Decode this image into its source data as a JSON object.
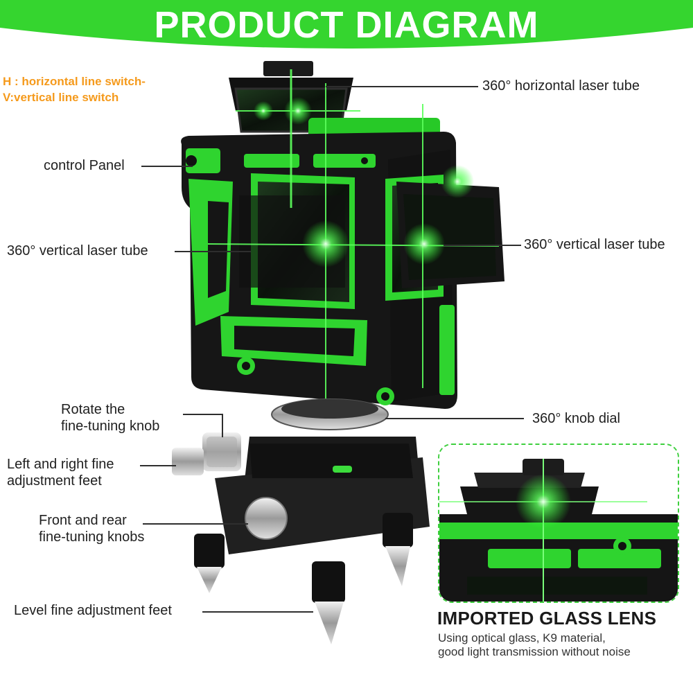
{
  "header": {
    "title": "PRODUCT DIAGRAM",
    "color": "#35d52f"
  },
  "switch_note": {
    "line1": "H : horizontal line switch-",
    "line2": "V:vertical line switch",
    "color": "#f59a1c"
  },
  "labels": {
    "horizontal_tube": "360° horizontal laser tube",
    "control_panel": "control Panel",
    "vertical_tube_left": "360° vertical laser tube",
    "vertical_tube_right": "360° vertical laser tube",
    "rotate_knob_1": "Rotate the",
    "rotate_knob_2": "fine-tuning knob",
    "knob_dial": "360° knob dial",
    "lr_feet_1": "Left and right fine",
    "lr_feet_2": "adjustment feet",
    "fr_knobs_1": "Front and rear",
    "fr_knobs_2": "fine-tuning knobs",
    "level_feet": "Level fine adjustment feet"
  },
  "inset": {
    "title": "IMPORTED GLASS LENS",
    "desc1": "Using optical glass, K9 material,",
    "desc2": "good light transmission without noise"
  },
  "colors": {
    "laser_green": "#3cf03c",
    "body_black": "#151515",
    "accent_green": "#2fd42f"
  }
}
